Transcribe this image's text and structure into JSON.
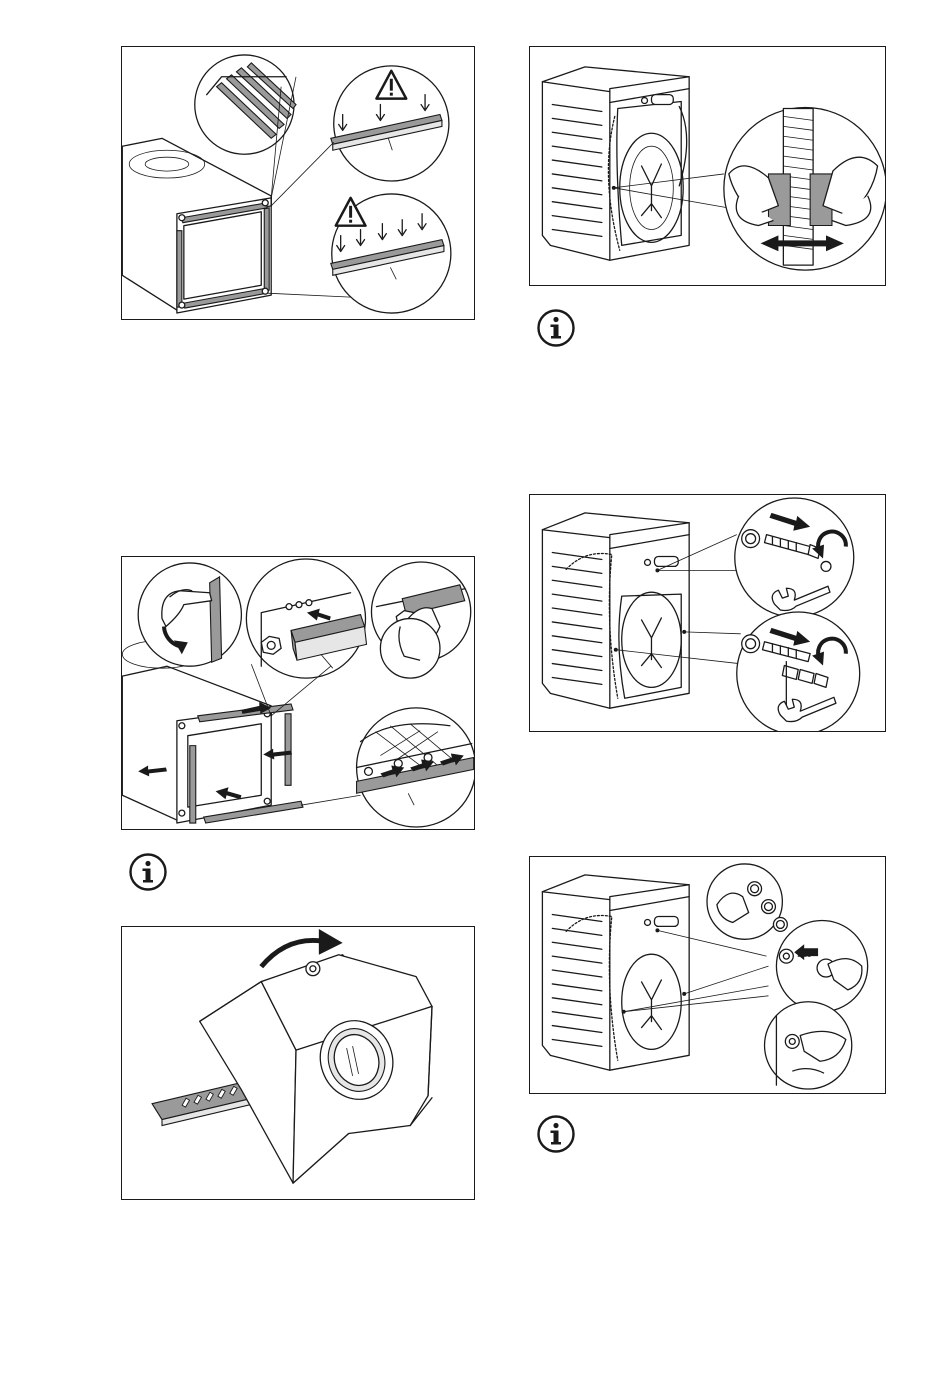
{
  "figures": [
    {
      "id": "fig-remove-transit-strips",
      "icons": [
        "warning-icon",
        "warning-icon",
        "transit-strip-detail-icon"
      ]
    },
    {
      "id": "fig-mount-protection-strips",
      "icons": [
        "arrow-icon",
        "nut-icon",
        "bracket-icon"
      ]
    },
    {
      "id": "fig-tilt-appliance",
      "icons": [
        "rotate-arrow-icon"
      ]
    },
    {
      "id": "fig-release-hose",
      "icons": [
        "double-arrow-icon",
        "hose-icon"
      ]
    },
    {
      "id": "fig-remove-bolts",
      "icons": [
        "spanner-icon",
        "bolt-icon",
        "rotate-arrow-icon"
      ]
    },
    {
      "id": "fig-insert-caps",
      "icons": [
        "cap-icon",
        "arrow-icon"
      ]
    }
  ],
  "info_notes": [
    "info-icon",
    "info-icon",
    "info-icon",
    "info-icon"
  ],
  "colors": {
    "line": "#1a1a1a",
    "grey": "#9a9a9a",
    "light": "#e6e6e6",
    "paper": "#ffffff"
  }
}
